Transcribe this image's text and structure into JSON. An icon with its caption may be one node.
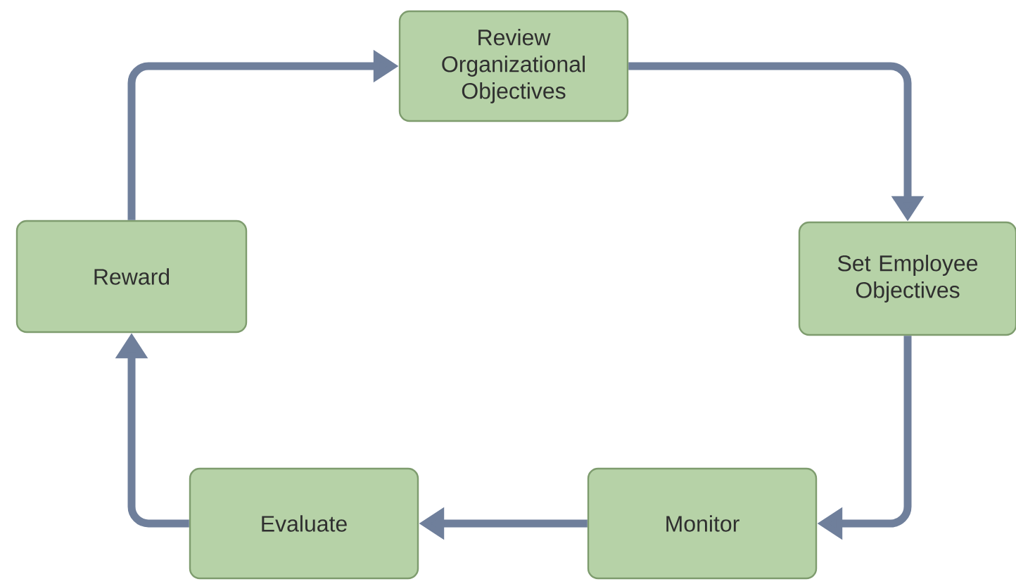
{
  "diagram": {
    "nodes": [
      {
        "text": [
          "Review Organizational Objectives"
        ]
      },
      {
        "text": [
          "Set Employee Objectives"
        ]
      },
      {
        "text": [
          "Monitor"
        ]
      },
      {
        "text": [
          "Evaluate"
        ]
      },
      {
        "text": [
          "Reward"
        ]
      }
    ],
    "edges": [
      {
        "from": 0,
        "to": 1,
        "arrow": "to"
      },
      {
        "from": 1,
        "to": 2,
        "arrow": "to"
      },
      {
        "from": 2,
        "to": 3,
        "arrow": "to"
      },
      {
        "from": 3,
        "to": 4,
        "arrow": "to"
      },
      {
        "from": 4,
        "to": 0,
        "arrow": "to"
      }
    ]
  }
}
